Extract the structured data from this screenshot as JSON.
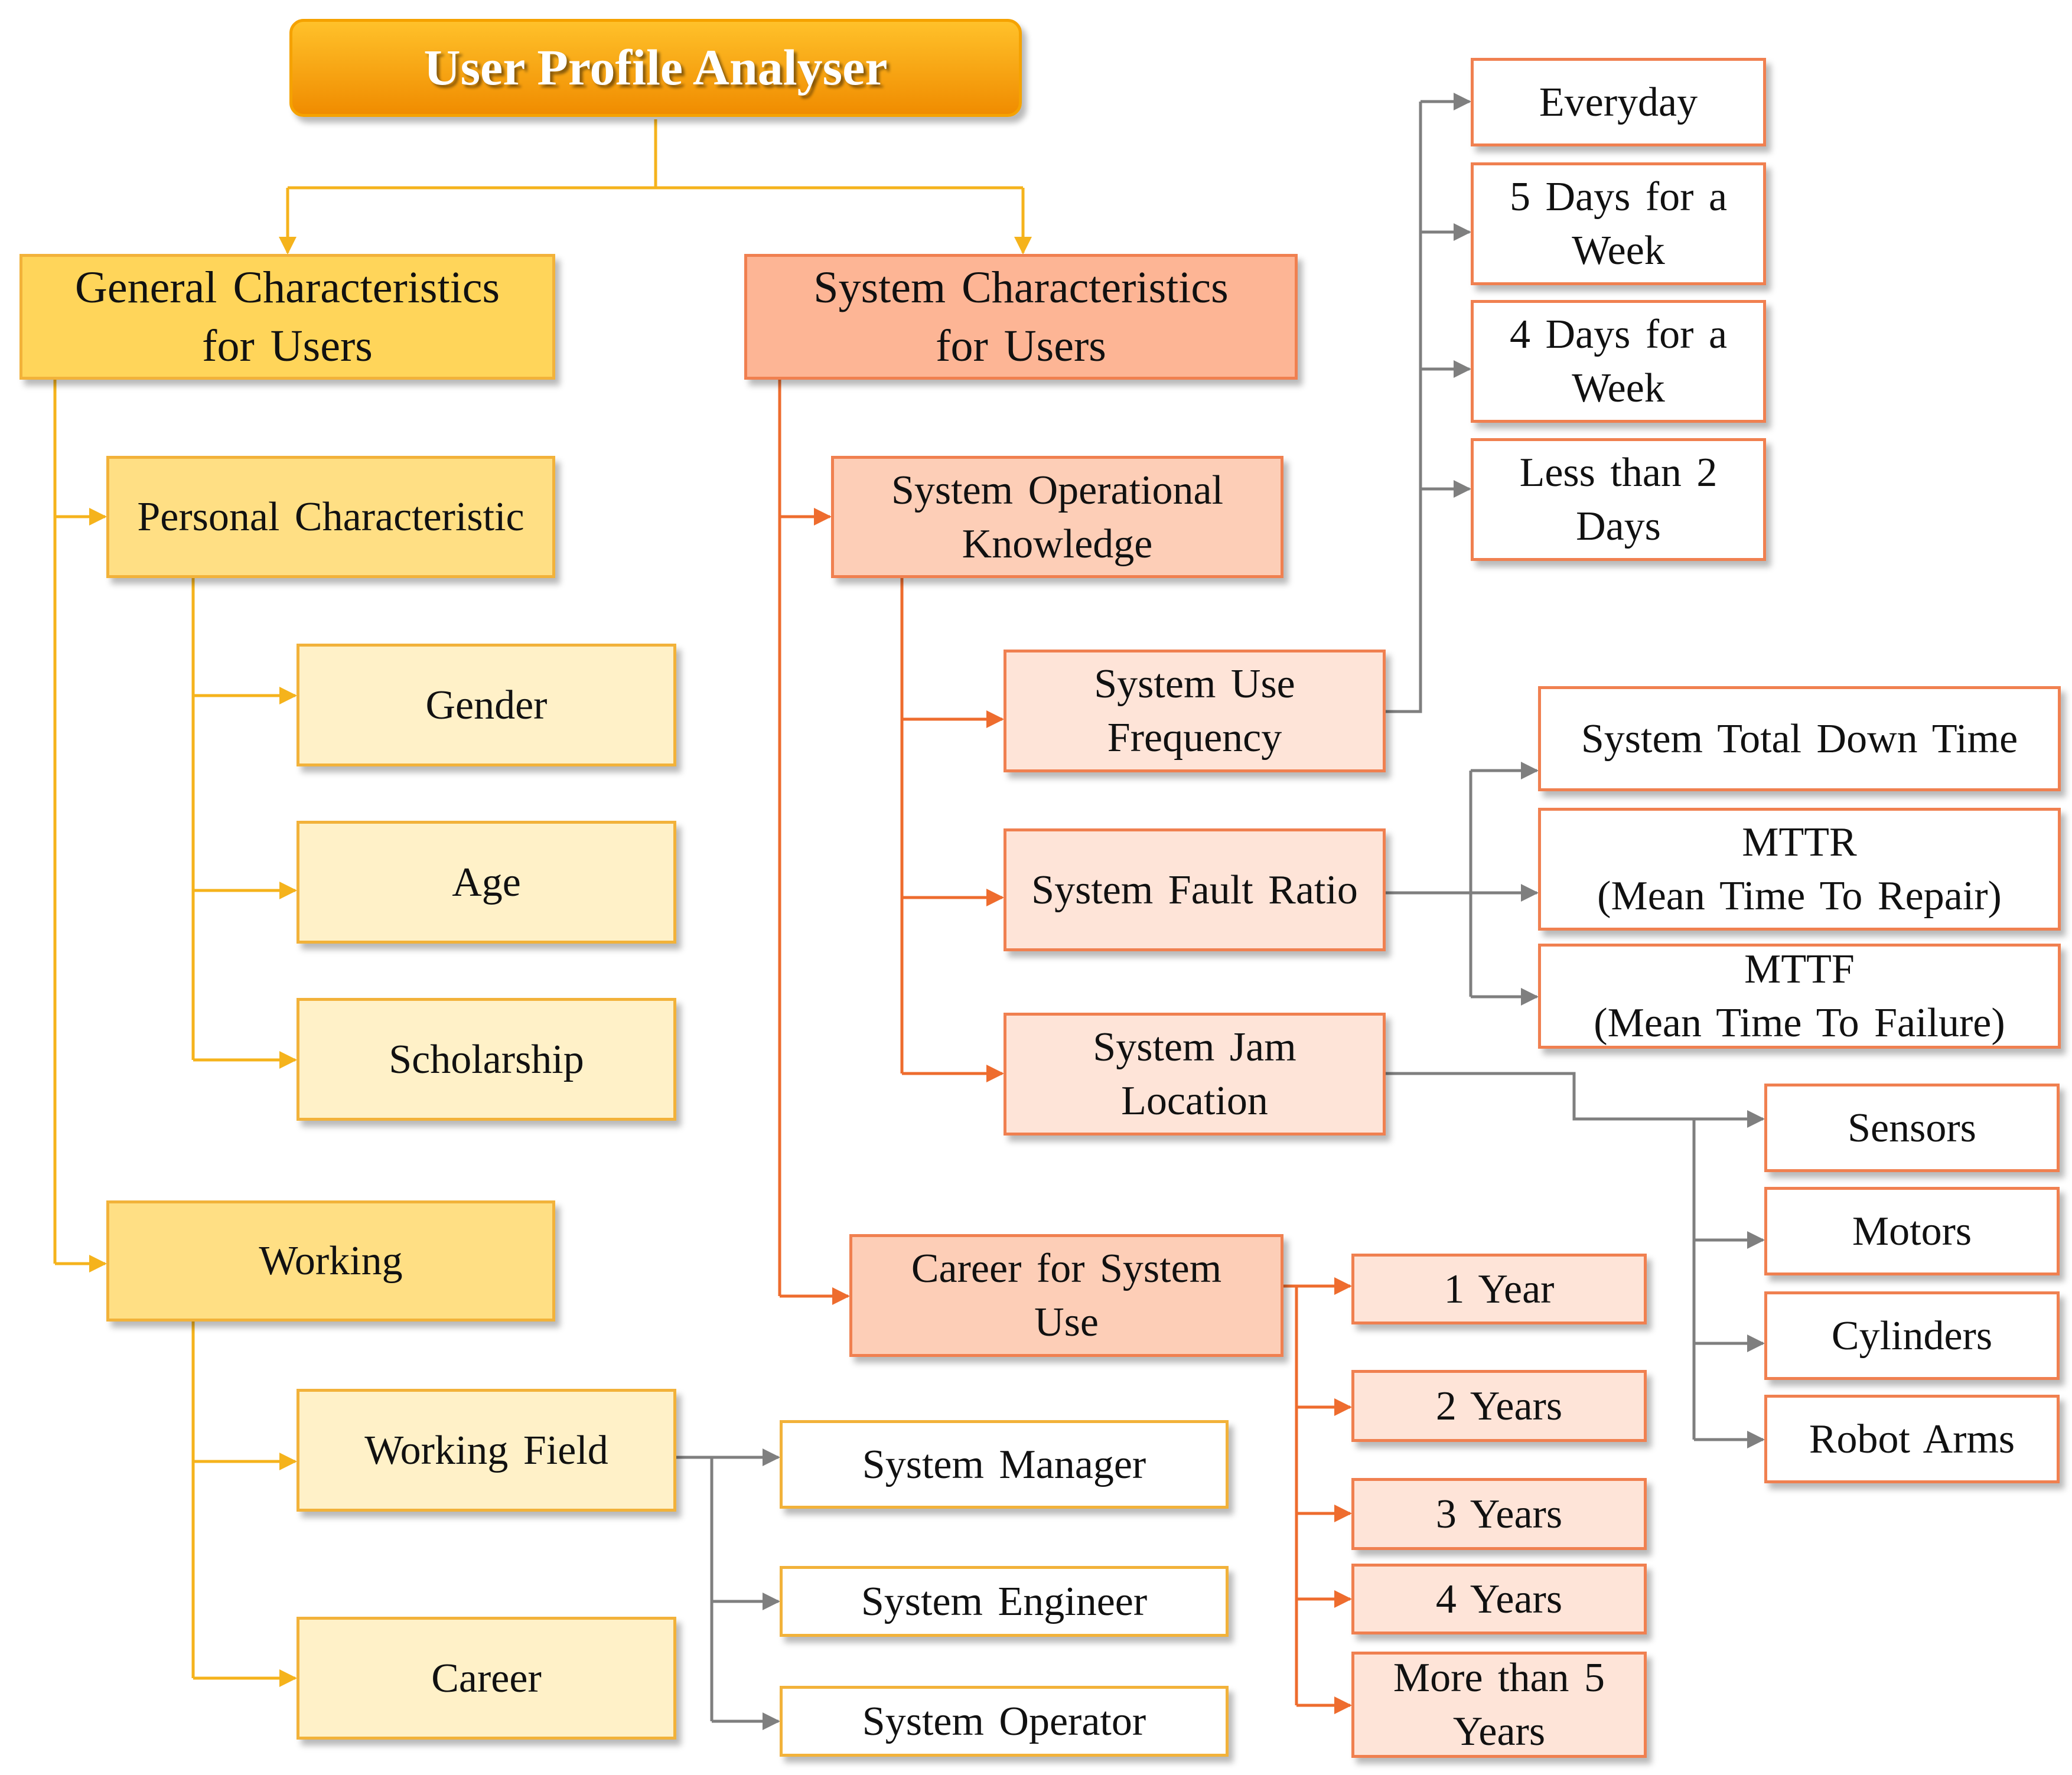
{
  "root": "User Profile Analyser",
  "general": {
    "title": [
      "General Characteristics",
      "for Users"
    ],
    "personal": "Personal Characteristic",
    "gender": "Gender",
    "age": "Age",
    "scholarship": "Scholarship",
    "working": "Working",
    "working_field": "Working Field",
    "career": "Career",
    "roles": [
      "System Manager",
      "System Engineer",
      "System Operator"
    ]
  },
  "system": {
    "title": [
      "System Characteristics",
      "for Users"
    ],
    "operational": [
      "System Operational",
      "Knowledge"
    ],
    "use_frequency": [
      "System Use",
      "Frequency"
    ],
    "fault_ratio": "System Fault Ratio",
    "jam_location": [
      "System Jam",
      "Location"
    ],
    "career_use": [
      "Career for System",
      "Use"
    ],
    "frequency_options": [
      [
        "Everyday"
      ],
      [
        "5 Days for a",
        "Week"
      ],
      [
        "4 Days for a",
        "Week"
      ],
      [
        "Less than 2",
        "Days"
      ]
    ],
    "fault_metrics": [
      [
        "System Total Down Time"
      ],
      [
        "MTTR",
        "(Mean Time To Repair)"
      ],
      [
        "MTTF",
        "(Mean Time To Failure)"
      ]
    ],
    "jam_parts": [
      "Sensors",
      "Motors",
      "Cylinders",
      "Robot Arms"
    ],
    "career_years": [
      [
        "1 Year"
      ],
      [
        "2 Years"
      ],
      [
        "3 Years"
      ],
      [
        "4 Years"
      ],
      [
        "More than 5",
        "Years"
      ]
    ]
  },
  "colors": {
    "yellow_connector": "#f5b31c",
    "orange_connector": "#ee6c2e",
    "gray_connector": "#7f7f7f"
  }
}
